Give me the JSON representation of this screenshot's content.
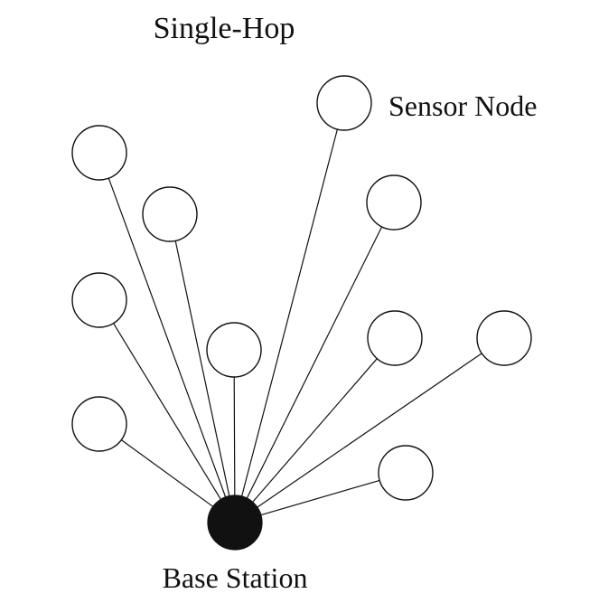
{
  "diagram": {
    "title": "Single-Hop",
    "sensor_label": "Sensor Node",
    "base_label": "Base Station",
    "colors": {
      "stroke": "#111111",
      "node_fill": "#ffffff",
      "base_fill": "#111111"
    }
  }
}
